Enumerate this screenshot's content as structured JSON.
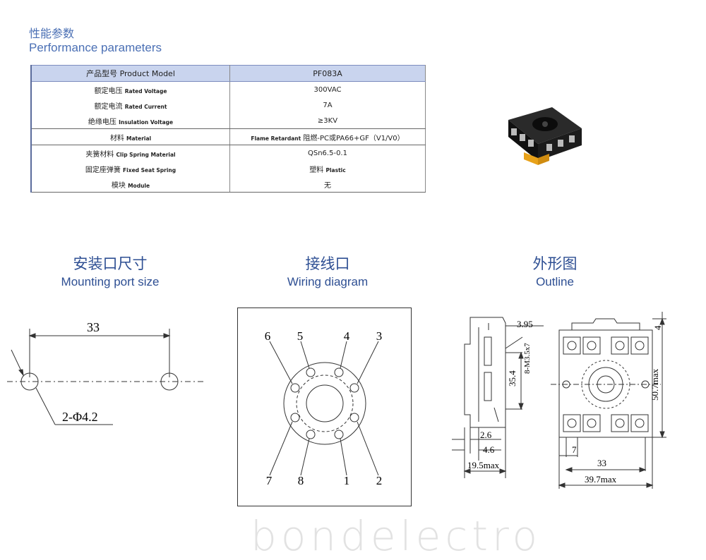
{
  "header": {
    "cn": "性能参数",
    "en": "Performance parameters"
  },
  "table": {
    "head": {
      "key": "产品型号 Product Model",
      "value": "PF083A"
    },
    "rows": [
      {
        "cn": "额定电压",
        "en": "Rated Voltage",
        "value": "300VAC"
      },
      {
        "cn": "额定电流",
        "en": "Rated Current",
        "value": "7A"
      },
      {
        "cn": "绝缘电压",
        "en": "Insulation Voltage",
        "value": "≥3KV"
      },
      {
        "cn": "材料",
        "en": "Material",
        "value_en": "Flame Retardant",
        "value": "阻燃-PC或PA66+GF（V1/V0）"
      },
      {
        "cn": "夹簧材料",
        "en": "Clip Spring Material",
        "value": "QSn6.5-0.1"
      },
      {
        "cn": "固定座弹簧",
        "en": "Fixed Seat Spring",
        "value": "塑料",
        "value_en": "Plastic"
      },
      {
        "cn": "模块",
        "en": "Module",
        "value": "无"
      }
    ]
  },
  "sections": {
    "mounting": {
      "cn": "安装口尺寸",
      "en": "Mounting port size"
    },
    "wiring": {
      "cn": "接线口",
      "en": "Wiring diagram"
    },
    "outline": {
      "cn": "外形图",
      "en": "Outline"
    }
  },
  "mounting_dims": {
    "spacing": "33",
    "holes": "2-Φ4.2"
  },
  "wiring_pins": [
    "6",
    "5",
    "4",
    "3",
    "7",
    "8",
    "1",
    "2"
  ],
  "outline_dims": {
    "d395": "3.95",
    "screw": "8-M3.5x7",
    "d354": "35.4",
    "d26": "2.6",
    "d46": "4.6",
    "d195": "19.5max",
    "d4": "4",
    "d507": "50.7max",
    "d7": "7",
    "d33": "33",
    "d397": "39.7max"
  },
  "watermark": "bondelectro",
  "colors": {
    "accent": "#4a6fb4",
    "table_head": "#c9d4ee",
    "title_blue": "#2e4f93"
  }
}
